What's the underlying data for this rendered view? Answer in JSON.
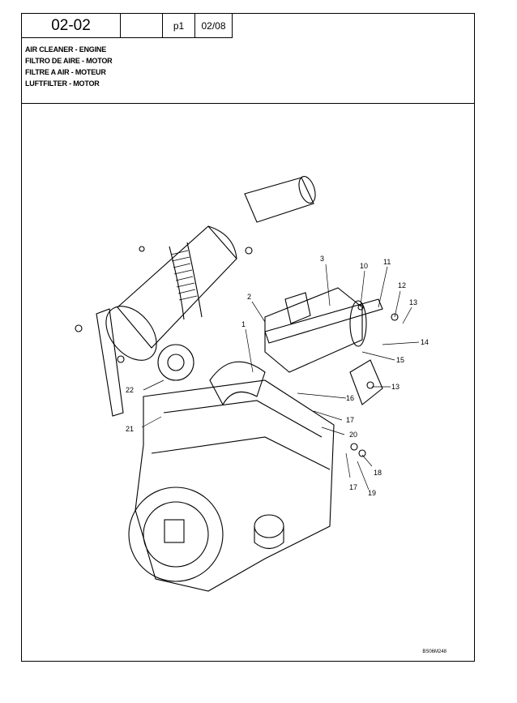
{
  "header": {
    "code": "02-02",
    "page": "p1",
    "date": "02/08"
  },
  "titles": [
    "AIR CLEANER - ENGINE",
    "FILTRO DE AIRE - MOTOR",
    "FILTRE A AIR - MOTEUR",
    "LUFTFILTER - MOTOR"
  ],
  "callouts": [
    "1",
    "2",
    "3",
    "10",
    "11",
    "12",
    "13",
    "14",
    "15",
    "13",
    "16",
    "17",
    "20",
    "18",
    "17",
    "19",
    "22",
    "21"
  ],
  "figure_ref": "BS06M248",
  "icons": {
    "illustration": "engine-air-cleaner-exploded-view"
  }
}
